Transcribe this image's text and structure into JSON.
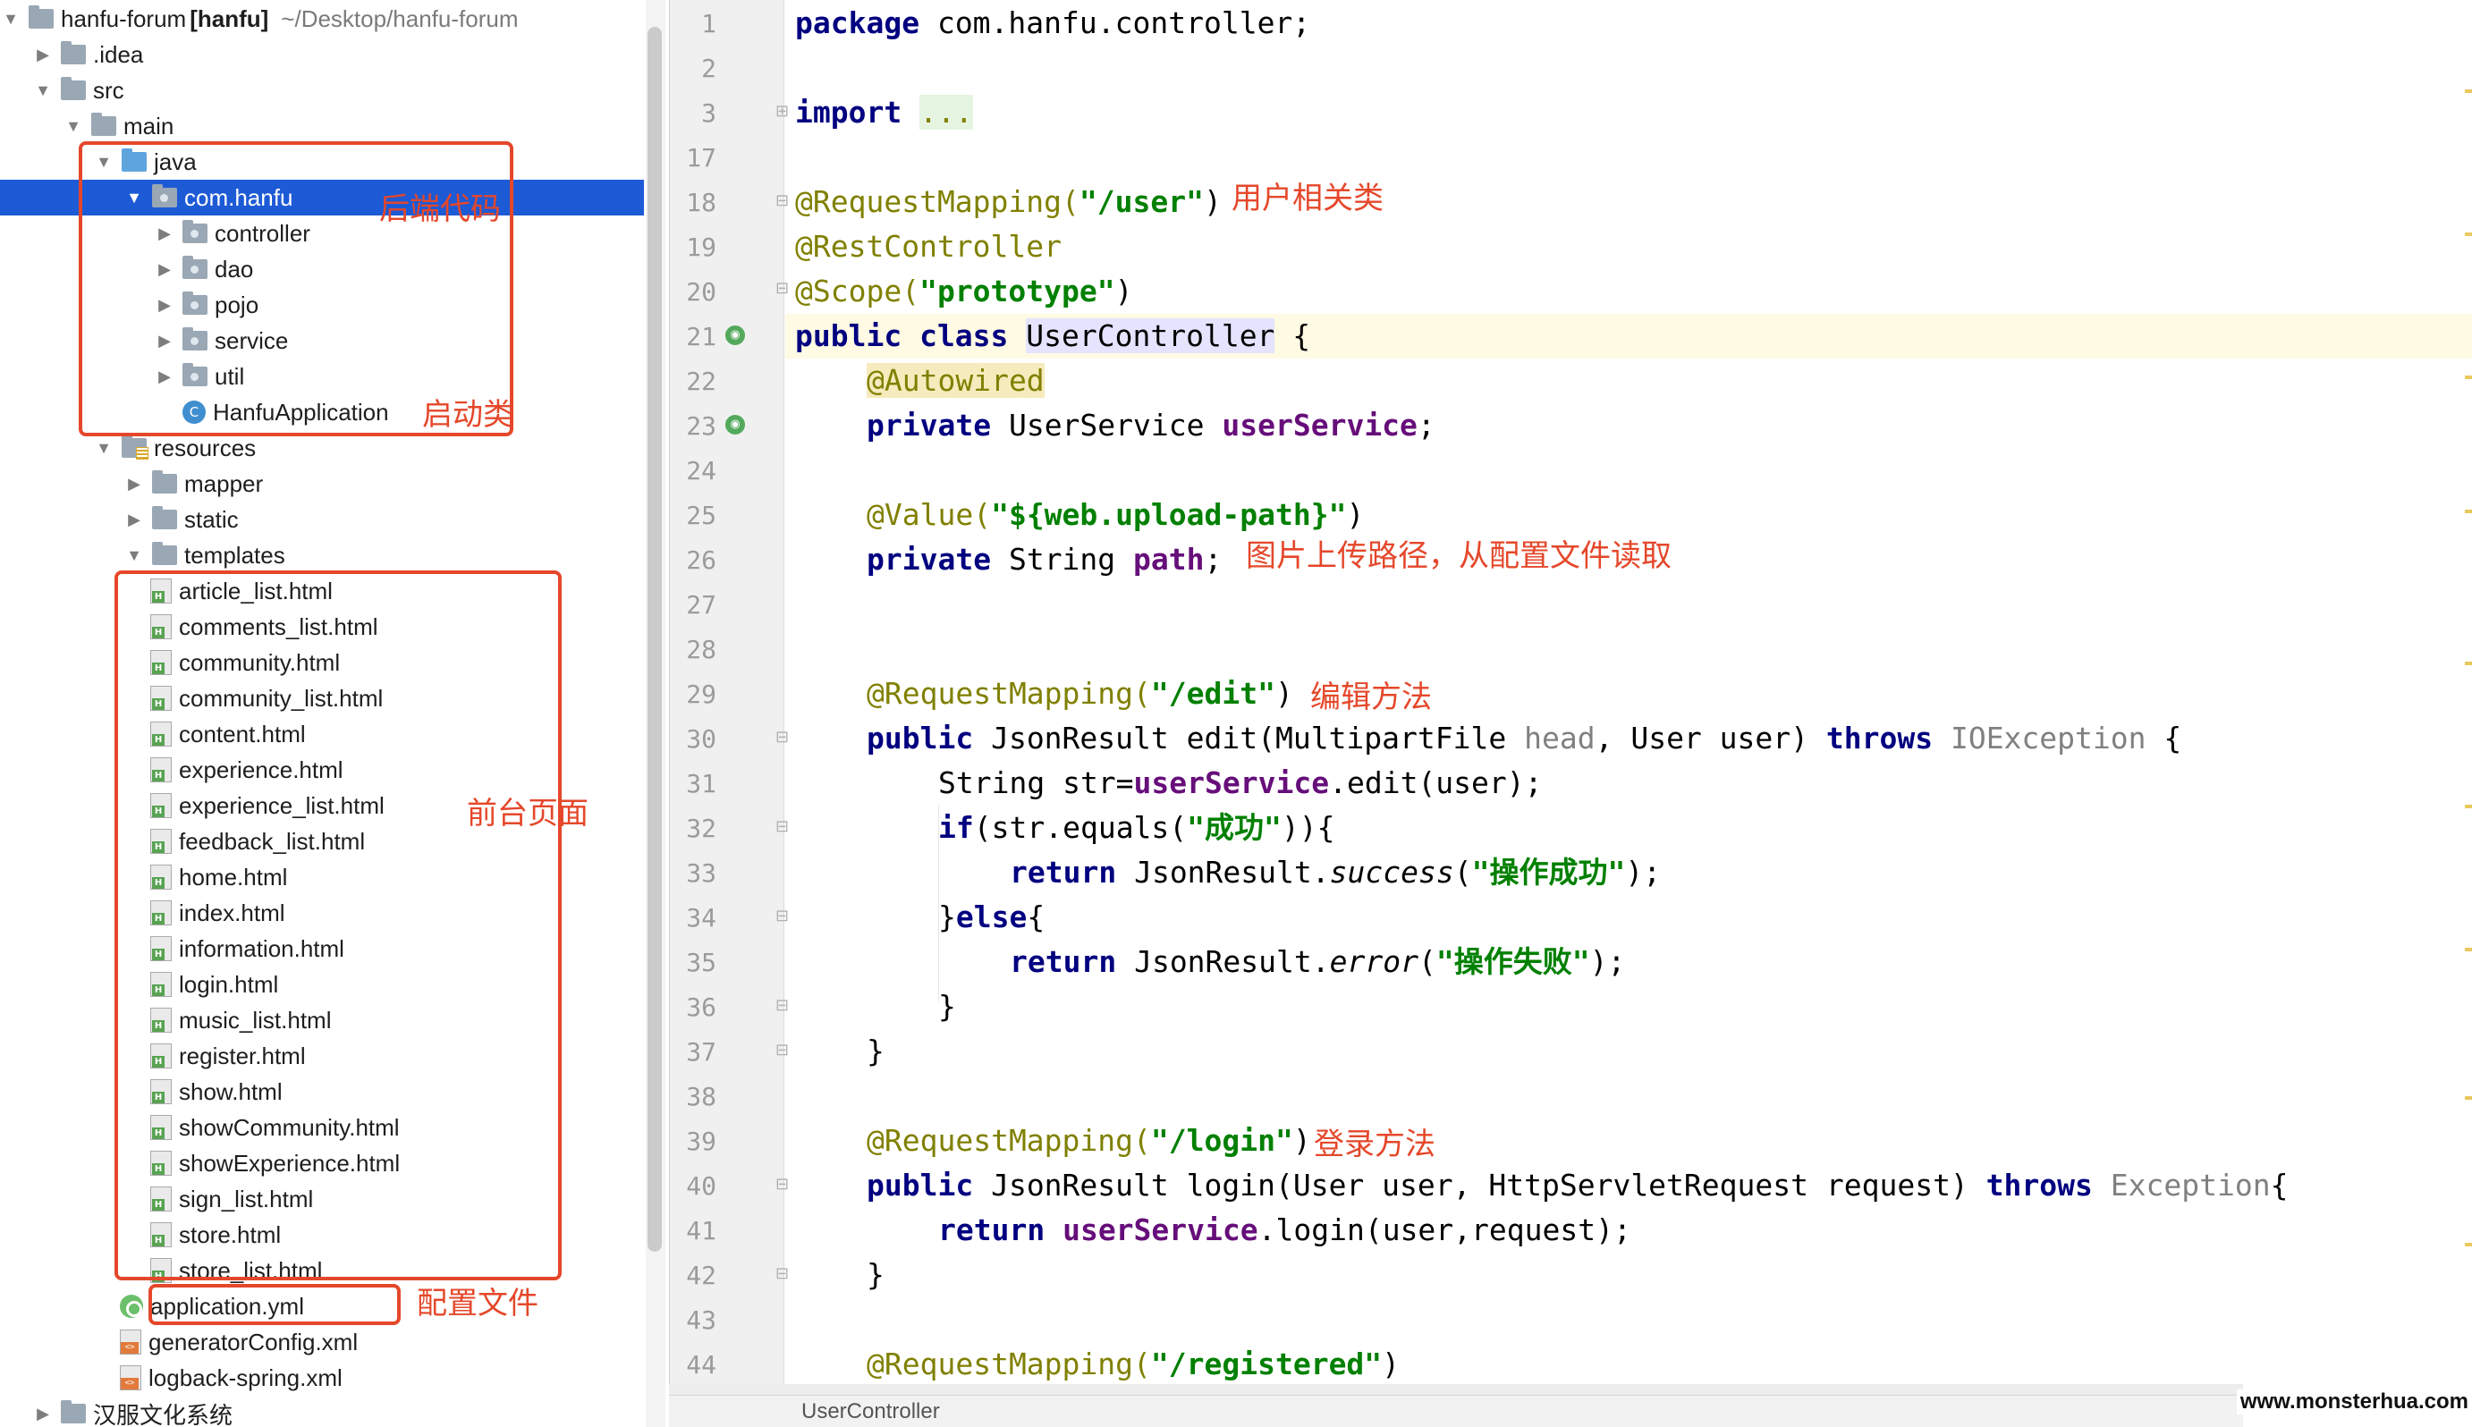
{
  "tree": {
    "root_name": "hanfu-forum",
    "root_module": "[hanfu]",
    "root_path": "~/Desktop/hanfu-forum",
    "idea": ".idea",
    "src": "src",
    "main": "main",
    "java": "java",
    "package": "com.hanfu",
    "pkg_children": [
      "controller",
      "dao",
      "pojo",
      "service",
      "util"
    ],
    "app_class": "HanfuApplication",
    "resources": "resources",
    "mapper": "mapper",
    "static": "static",
    "templates": "templates",
    "template_files": [
      "article_list.html",
      "comments_list.html",
      "community.html",
      "community_list.html",
      "content.html",
      "experience.html",
      "experience_list.html",
      "feedback_list.html",
      "home.html",
      "index.html",
      "information.html",
      "login.html",
      "music_list.html",
      "register.html",
      "show.html",
      "showCommunity.html",
      "showExperience.html",
      "sign_list.html",
      "store.html",
      "store_list.html"
    ],
    "application_yml": "application.yml",
    "generator_config": "generatorConfig.xml",
    "logback": "logback-spring.xml",
    "sibling_folder": "汉服文化系统"
  },
  "annotations": {
    "backend": "后端代码",
    "startup": "启动类",
    "frontend": "前台页面",
    "config": "配置文件",
    "user_class": "用户相关类",
    "upload_path": "图片上传路径，从配置文件读取",
    "edit_method": "编辑方法",
    "login_method": "登录方法"
  },
  "editor": {
    "line_numbers": [
      "1",
      "2",
      "3",
      "17",
      "18",
      "19",
      "20",
      "21",
      "22",
      "23",
      "24",
      "25",
      "26",
      "27",
      "28",
      "29",
      "30",
      "31",
      "32",
      "33",
      "34",
      "35",
      "36",
      "37",
      "38",
      "39",
      "40",
      "41",
      "42",
      "43",
      "44"
    ],
    "code": {
      "package_kw": "package",
      "package_name": " com.hanfu.controller;",
      "import_kw": "import",
      "import_fold": "...",
      "rm_user_ann": "@RequestMapping(",
      "rm_user_path": "\"/user\"",
      "close_paren": ")",
      "rest_controller": "@RestController",
      "scope_ann": "@Scope(",
      "scope_val": "\"prototype\"",
      "public_class": "public class ",
      "class_name": "UserController",
      "open_brace": " {",
      "autowired": "@Autowired",
      "private_kw": "private ",
      "user_service_type": "UserService ",
      "user_service_field": "userService",
      "semicolon": ";",
      "value_ann": "@Value(",
      "value_str": "\"${web.upload-path}\"",
      "string_type": "String ",
      "path_field": "path",
      "rm_edit_path": "\"/edit\"",
      "public_kw": "public ",
      "edit_sig_a": "JsonResult edit(MultipartFile ",
      "head_param": "head",
      "edit_sig_b": ", User user) ",
      "throws_kw": "throws ",
      "io_exception": "IOException",
      "str_decl_a": "String str=",
      "str_decl_b": ".edit(user);",
      "if_kw": "if",
      "if_a": "(str.equals(",
      "success_cn": "\"成功\"",
      "if_b": ")){",
      "return_kw": "return ",
      "json_result": "JsonResult.",
      "success_m": "success",
      "success_msg": "\"操作成功\"",
      "call_end": ");",
      "else_close": "}",
      "else_kw": "else",
      "else_open": "{",
      "error_m": "error",
      "error_msg": "\"操作失败\"",
      "close_brace": "}",
      "rm_login_path": "\"/login\"",
      "login_sig": "JsonResult login(User user, HttpServletRequest request) ",
      "exception": "Exception",
      "brace": "{",
      "login_ret_b": ".login(user,request);",
      "rm_registered_path": "\"/registered\""
    }
  },
  "breadcrumb": "UserController",
  "watermark": "www.monsterhua.com"
}
